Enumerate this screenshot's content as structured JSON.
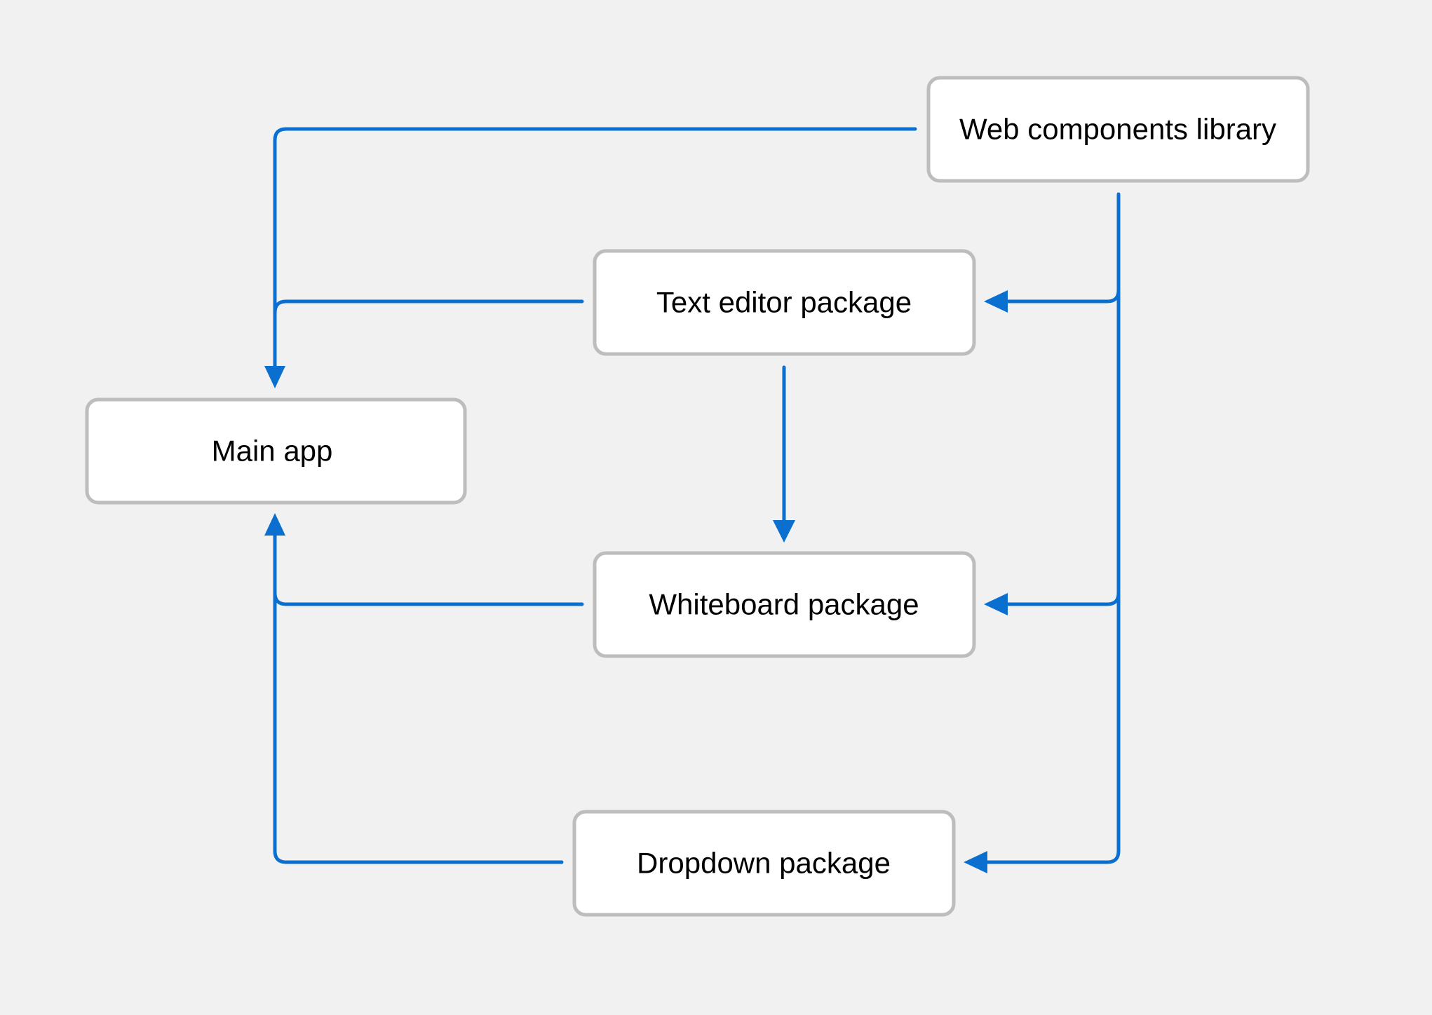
{
  "colors": {
    "background": "#f1f1f1",
    "edge": "#0a6fcf",
    "node_fill": "#ffffff",
    "node_border": "#bdbdbd",
    "text": "#000000"
  },
  "nodes": {
    "web_components_library": {
      "label": "Web components library"
    },
    "text_editor_package": {
      "label": "Text editor package"
    },
    "main_app": {
      "label": "Main app"
    },
    "whiteboard_package": {
      "label": "Whiteboard package"
    },
    "dropdown_package": {
      "label": "Dropdown package"
    }
  },
  "edges": [
    {
      "from": "web_components_library",
      "to": "main_app"
    },
    {
      "from": "web_components_library",
      "to": "text_editor_package"
    },
    {
      "from": "web_components_library",
      "to": "whiteboard_package"
    },
    {
      "from": "web_components_library",
      "to": "dropdown_package"
    },
    {
      "from": "text_editor_package",
      "to": "main_app"
    },
    {
      "from": "text_editor_package",
      "to": "whiteboard_package"
    },
    {
      "from": "whiteboard_package",
      "to": "main_app"
    },
    {
      "from": "dropdown_package",
      "to": "main_app"
    }
  ]
}
